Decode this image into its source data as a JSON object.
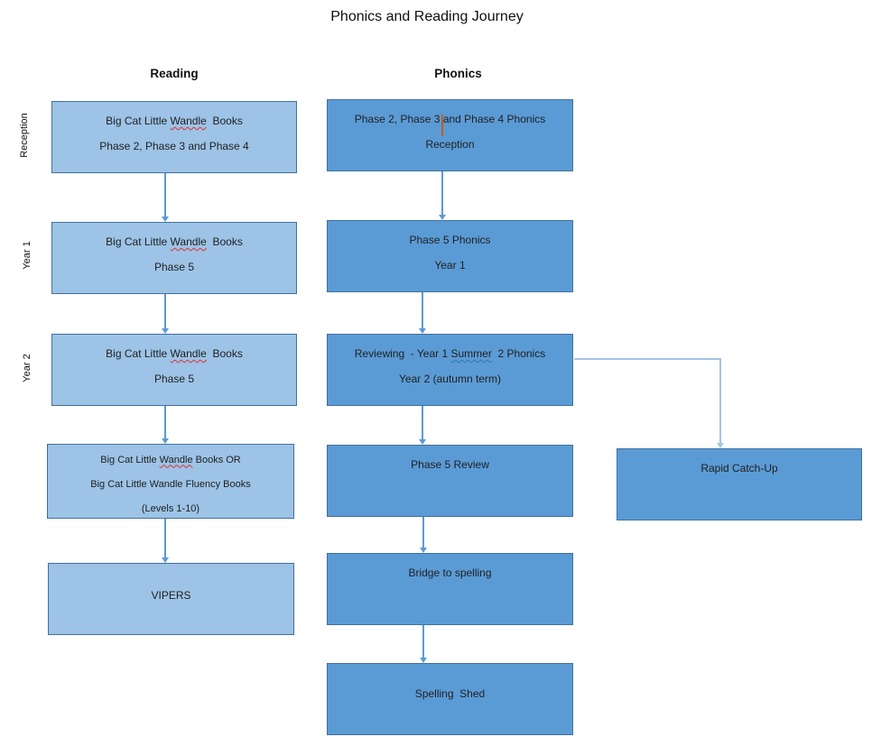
{
  "title": "Phonics and Reading Journey",
  "headers": {
    "reading": "Reading",
    "phonics": "Phonics"
  },
  "row_labels": {
    "reception": "Reception",
    "year1": "Year 1",
    "year2": "Year 2"
  },
  "colors": {
    "light_box_fill": "#9DC3E6",
    "dark_box_fill": "#5B9BD5",
    "box_border": "#41719C",
    "arrow": "#5B9BD5",
    "elbow_arrow": "#A3C4E8",
    "caret": "#C55A11",
    "spellcheck_red": "#E03131",
    "grammar_blue": "#2E75B6"
  },
  "reading": [
    {
      "name": "reception",
      "lines": [
        [
          {
            "t": "Big Cat Little "
          },
          {
            "t": "Wandle",
            "u": "red"
          },
          {
            "t": "  Books"
          }
        ],
        [
          {
            "t": "Phase 2, Phase 3 and Phase 4"
          }
        ]
      ]
    },
    {
      "name": "year1",
      "lines": [
        [
          {
            "t": "Big Cat Little "
          },
          {
            "t": "Wandle",
            "u": "red"
          },
          {
            "t": "  Books"
          }
        ],
        [
          {
            "t": "Phase 5"
          }
        ]
      ]
    },
    {
      "name": "year2",
      "lines": [
        [
          {
            "t": "Big Cat Little "
          },
          {
            "t": "Wandle",
            "u": "red"
          },
          {
            "t": "  Books"
          }
        ],
        [
          {
            "t": "Phase 5"
          }
        ]
      ]
    },
    {
      "name": "fluency",
      "lines": [
        [
          {
            "t": "Big Cat Little "
          },
          {
            "t": "Wandle",
            "u": "red"
          },
          {
            "t": " Books OR"
          }
        ],
        [
          {
            "t": "Big Cat Little Wandle Fluency Books"
          }
        ],
        [
          {
            "t": "(Levels 1-10)"
          }
        ]
      ]
    },
    {
      "name": "vipers",
      "lines": [
        [
          {
            "t": "VIPERS"
          }
        ]
      ]
    }
  ],
  "phonics": [
    {
      "name": "reception",
      "lines": [
        [
          {
            "t": "Phase 2, Phase 3 and Phase 4 Phonics"
          }
        ],
        [
          {
            "t": "Reception"
          }
        ]
      ]
    },
    {
      "name": "year1",
      "lines": [
        [
          {
            "t": "Phase 5 Phonics"
          }
        ],
        [
          {
            "t": "Year 1"
          }
        ]
      ]
    },
    {
      "name": "review-summer",
      "lines": [
        [
          {
            "t": "Reviewing  - Year 1 "
          },
          {
            "t": "Summer",
            "u": "blue"
          },
          {
            "t": "  2 Phonics"
          }
        ],
        [
          {
            "t": "Year 2 (autumn term)"
          }
        ]
      ]
    },
    {
      "name": "phase5-review",
      "lines": [
        [
          {
            "t": "Phase 5 Review"
          }
        ]
      ]
    },
    {
      "name": "bridge",
      "lines": [
        [
          {
            "t": "Bridge to spelling"
          }
        ]
      ]
    },
    {
      "name": "spelling-shed",
      "lines": [
        [
          {
            "t": "Spelling  Shed"
          }
        ]
      ]
    }
  ],
  "catch_up": {
    "lines": [
      [
        {
          "t": "Rapid Catch-Up"
        }
      ]
    ]
  }
}
